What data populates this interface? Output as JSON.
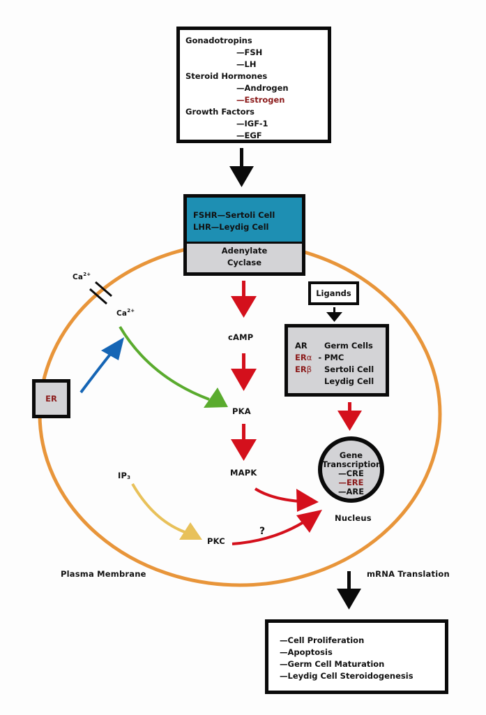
{
  "colors": {
    "membrane": "#e8953a",
    "red_arrow": "#d4101c",
    "green_arrow": "#5aab2e",
    "blue_arrow": "#1565b5",
    "yellow_arrow": "#e8c15a",
    "receptor_blue": "#1e8fb3",
    "box_gray": "#d3d3d6",
    "estrogen_red": "#8b1a1a"
  },
  "inputs_box": {
    "groups": [
      {
        "heading": "Gonadotropins",
        "items": [
          {
            "text": "—FSH",
            "highlight": false
          },
          {
            "text": "—LH",
            "highlight": false
          }
        ]
      },
      {
        "heading": "Steroid Hormones",
        "items": [
          {
            "text": "—Androgen",
            "highlight": false
          },
          {
            "text": "—Estrogen",
            "highlight": true
          }
        ]
      },
      {
        "heading": "Growth Factors",
        "items": [
          {
            "text": "—IGF-1",
            "highlight": false
          },
          {
            "text": "—EGF",
            "highlight": false
          }
        ]
      }
    ]
  },
  "receptor_box": {
    "line1": "FSHR—Sertoli Cell",
    "line2": "LHR—Leydig Cell",
    "enzyme_line1": "Adenylate",
    "enzyme_line2": "Cyclase"
  },
  "ligands_label": "Ligands",
  "nuclear_receptors": {
    "receptors": [
      {
        "base": "AR",
        "suffix": ""
      },
      {
        "base": "ER",
        "suffix": "α"
      },
      {
        "base": "ER",
        "suffix": "β"
      }
    ],
    "dash": "-",
    "cells": [
      "Germ Cells",
      "PMC",
      "Sertoli Cell",
      "Leydig Cell"
    ]
  },
  "er_box_label": "ER",
  "calcium": {
    "outer_base": "Ca",
    "outer_charge": "2+",
    "inner_base": "Ca",
    "inner_charge": "2+"
  },
  "pathway": {
    "camp": "cAMP",
    "pka": "PKA",
    "mapk": "MAPK",
    "ip3_base": "IP",
    "ip3_sub": "3",
    "pkc": "PKC",
    "unknown_mark": "?"
  },
  "nucleus": {
    "title1": "Gene",
    "title2": "Transcription",
    "elements": [
      {
        "text": "—CRE",
        "highlight": false
      },
      {
        "text": "—ERE",
        "highlight": true
      },
      {
        "text": "—ARE",
        "highlight": false
      }
    ],
    "label": "Nucleus"
  },
  "membrane_label": "Plasma Membrane",
  "translation_label": "mRNA Translation",
  "outputs_box": {
    "items": [
      "—Cell Proliferation",
      "—Apoptosis",
      "—Germ Cell Maturation",
      "—Leydig Cell Steroidogenesis"
    ]
  }
}
